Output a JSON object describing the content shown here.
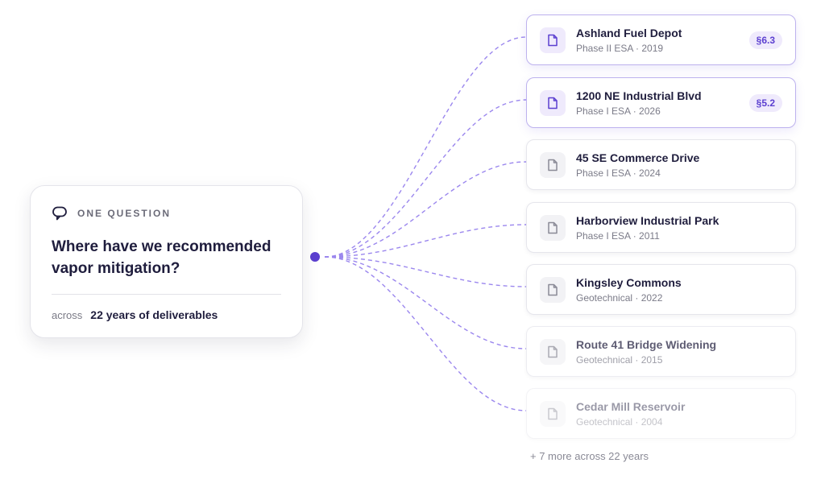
{
  "question": {
    "eyebrow": "ONE QUESTION",
    "text": "Where have we recommended vapor mitigation?",
    "footer_prefix": "across",
    "footer_value": "22 years of deliverables",
    "icon": "speech-bubble-icon"
  },
  "documents": [
    {
      "title": "Ashland Fuel Depot",
      "meta": "Phase II ESA · 2019",
      "badge": "§6.3",
      "highlighted": true
    },
    {
      "title": "1200 NE Industrial Blvd",
      "meta": "Phase I ESA · 2026",
      "badge": "§5.2",
      "highlighted": true
    },
    {
      "title": "45 SE Commerce Drive",
      "meta": "Phase I ESA · 2024",
      "badge": "",
      "highlighted": false
    },
    {
      "title": "Harborview Industrial Park",
      "meta": "Phase I ESA · 2011",
      "badge": "",
      "highlighted": false
    },
    {
      "title": "Kingsley Commons",
      "meta": "Geotechnical · 2022",
      "badge": "",
      "highlighted": false
    },
    {
      "title": "Route 41 Bridge Widening",
      "meta": "Geotechnical · 2015",
      "badge": "",
      "highlighted": false
    },
    {
      "title": "Cedar Mill Reservoir",
      "meta": "Geotechnical · 2004",
      "badge": "",
      "highlighted": false
    }
  ],
  "more_note": "+ 7 more across 22 years",
  "colors": {
    "accent": "#5b3fd0",
    "connector": "#9b87ee",
    "badge_bg": "#efeafc",
    "text_dark": "#1f1d3d",
    "text_muted": "#7b7b88"
  }
}
